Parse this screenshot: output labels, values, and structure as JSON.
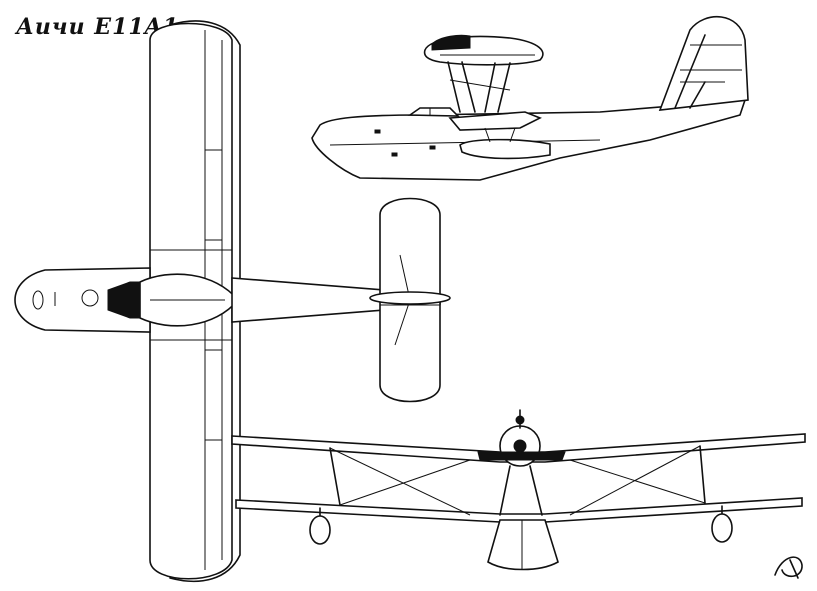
{
  "title": "Аичи E11A1",
  "colors": {
    "line": "#111111",
    "background": "#ffffff"
  },
  "views": [
    "top-view",
    "side-view",
    "front-view"
  ]
}
